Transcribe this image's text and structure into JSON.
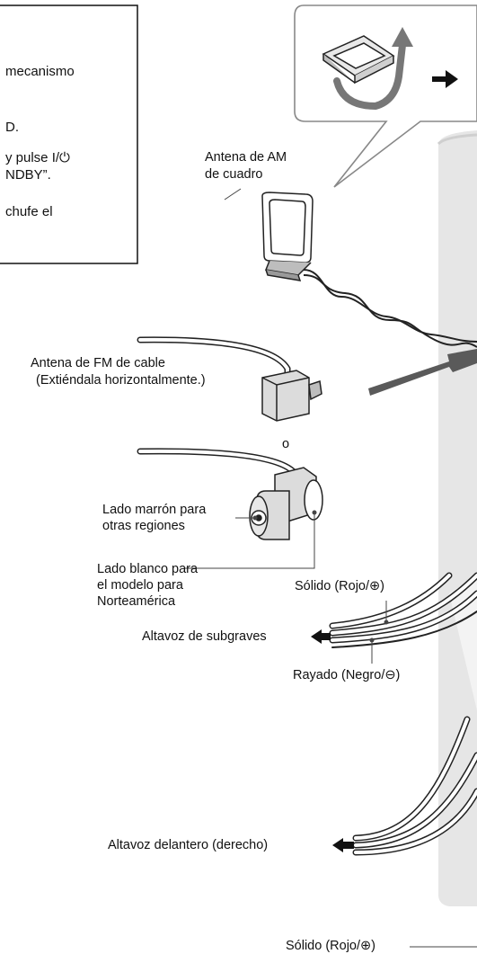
{
  "note_box": {
    "line1": "mecanismo",
    "line2": "D.",
    "line3a": "y pulse ",
    "line3_symbol": "I/⏻",
    "line4": "NDBY”.",
    "line5": "chufe el"
  },
  "labels": {
    "am_antenna_1": "Antena de AM",
    "am_antenna_2": "de cuadro",
    "fm_antenna_1": "Antena de FM de cable",
    "fm_antenna_2": "(Extiéndala horizontalmente.)",
    "or": "o",
    "brown_side_1": "Lado marrón para",
    "brown_side_2": "otras regiones",
    "white_side_1": "Lado blanco para",
    "white_side_2": "el modelo para",
    "white_side_3": "Norteamérica",
    "solid_1": "Sólido (Rojo/⊕)",
    "subwoofer": "Altavoz de subgraves",
    "striped": "Rayado (Negro/⊖)",
    "front_right": "Altavoz delantero (derecho)",
    "solid_2": "Sólido (Rojo/⊕)"
  },
  "colors": {
    "panel": "#e6e6e6",
    "line": "#222222",
    "arrow": "#555555"
  }
}
